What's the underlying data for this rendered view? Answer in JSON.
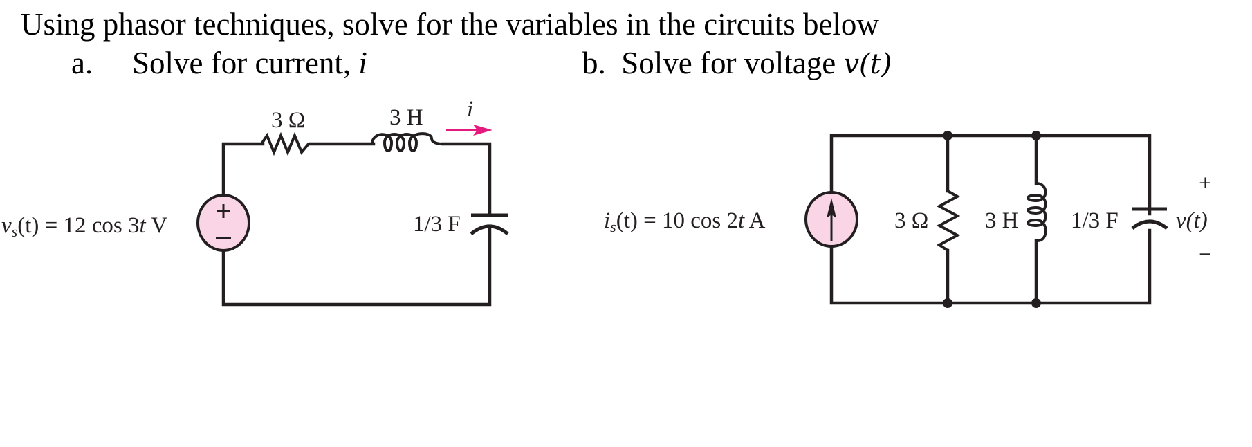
{
  "header": {
    "title": "Using phasor techniques, solve for the variables in the circuits below",
    "part_a": {
      "letter": "a.",
      "text": "Solve for current, ",
      "variable": "i"
    },
    "part_b": {
      "letter": "b.",
      "text": "Solve for voltage ",
      "variable": "v(t)"
    }
  },
  "circuit_a": {
    "source_label": "vs(t) = 12 cos 3t V",
    "source_prefix": "v",
    "source_sub": "s",
    "source_rest": "(t) = 12 cos 3",
    "source_t": "t",
    "source_unit": " V",
    "source_plus": "+",
    "source_minus": "−",
    "resistor_label": "3 Ω",
    "inductor_label": "3 H",
    "capacitor_label": "1/3 F",
    "current_label": "i"
  },
  "circuit_b": {
    "source_label": "is(t) = 10 cos 2t A",
    "source_prefix": "i",
    "source_sub": "s",
    "source_rest": "(t) = 10 cos 2",
    "source_t": "t",
    "source_unit": " A",
    "resistor_label": "3 Ω",
    "inductor_label": "3 H",
    "capacitor_label": "1/3 F",
    "voltage_label": "v(t)",
    "voltage_plus": "+",
    "voltage_minus": "−"
  },
  "colors": {
    "source_fill": "#f9d5e5",
    "arrow": "#e6197e",
    "wire": "#231f20"
  }
}
